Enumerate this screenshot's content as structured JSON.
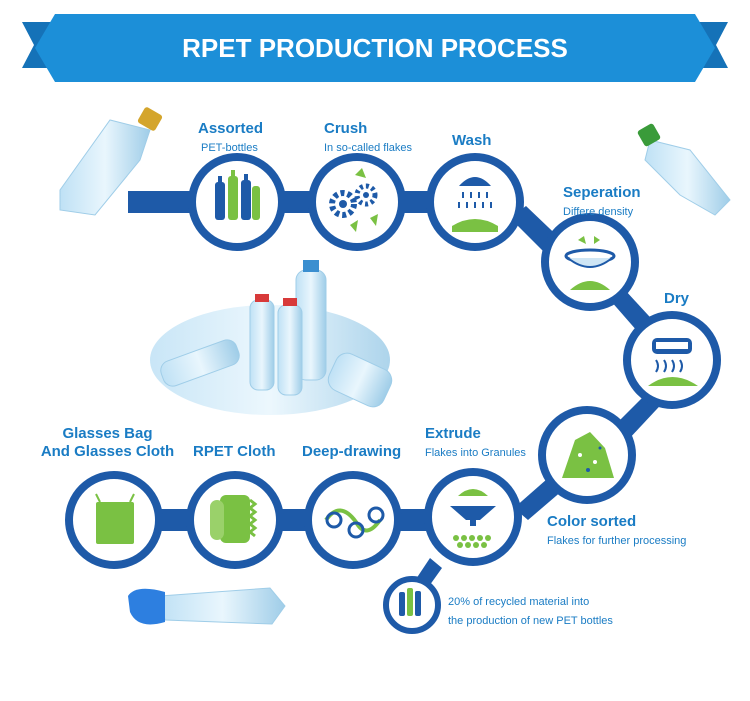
{
  "title": "RPET PRODUCTION PROCESS",
  "colors": {
    "blue_dark": "#1e5aa8",
    "blue": "#1a7cc4",
    "blue_light": "#2f9de0",
    "green": "#7ac143",
    "banner": "#1c8fd8"
  },
  "steps": [
    {
      "label": "Assorted",
      "sub": "PET-bottles",
      "icon": "bottles-icon"
    },
    {
      "label": "Crush",
      "sub": "In so-called flakes",
      "icon": "gears-icon"
    },
    {
      "label": "Wash",
      "sub": "",
      "icon": "shower-icon"
    },
    {
      "label": "Seperation",
      "sub": "Differe density",
      "icon": "sieve-icon"
    },
    {
      "label": "Dry",
      "sub": "",
      "icon": "dryer-icon"
    },
    {
      "label": "Color sorted",
      "sub": "Flakes for further processing",
      "icon": "flakes-icon"
    },
    {
      "label": "Extrude",
      "sub": "Flakes into Granules",
      "icon": "extruder-icon"
    },
    {
      "label": "Deep-drawing",
      "sub": "",
      "icon": "rollers-icon"
    },
    {
      "label": "RPET Cloth",
      "sub": "",
      "icon": "cloth-roll-icon"
    },
    {
      "label": "Glasses Bag",
      "label2": "And Glasses Cloth",
      "sub": "",
      "icon": "drawstring-bag-icon"
    }
  ],
  "recycle_note": {
    "line1": "20% of recycled material into",
    "line2": "the production of new PET bottles",
    "icon": "bottles-icon"
  }
}
